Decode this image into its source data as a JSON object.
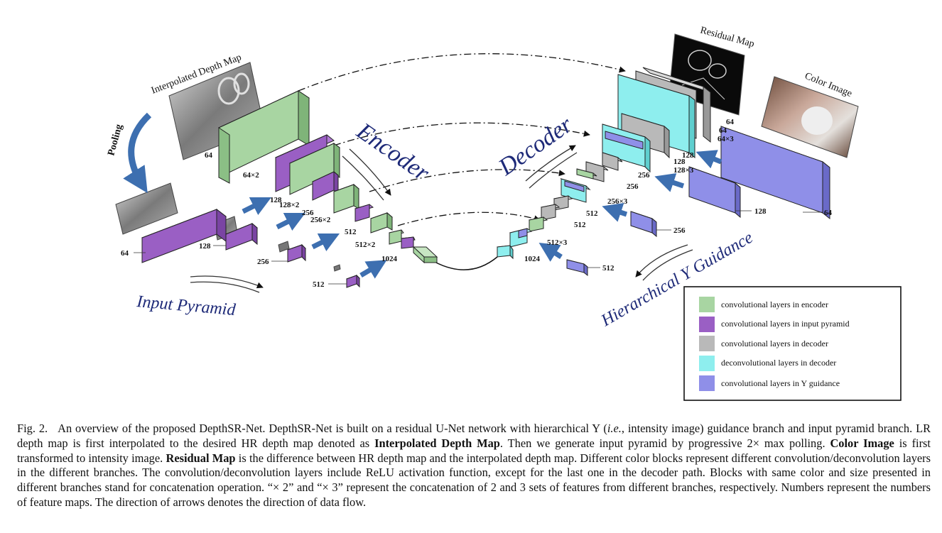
{
  "diagram": {
    "inputs": {
      "interpolated_depth_map": "Interpolated Depth Map",
      "residual_map": "Residual Map",
      "color_image": "Color Image",
      "pooling": "Pooling"
    },
    "section_labels": {
      "encoder": "Encoder",
      "decoder": "Decoder",
      "input_pyramid": "Input Pyramid",
      "hierarchical_y_guidance": "Hierarchical Y Guidance"
    },
    "pyramid_labels": [
      "64",
      "128",
      "256",
      "512"
    ],
    "encoder_labels": [
      "64",
      "64×2",
      "128",
      "128×2",
      "256",
      "256×2",
      "512",
      "512×2",
      "1024"
    ],
    "decoder_labels": [
      "1024",
      "512×3",
      "512",
      "512",
      "256×3",
      "256",
      "256",
      "128×3",
      "128",
      "128",
      "64×3",
      "64",
      "64"
    ],
    "guidance_labels": [
      "64",
      "128",
      "256",
      "512"
    ],
    "legend": [
      {
        "label": "convolutional layers in encoder",
        "color": "#a8d5a2"
      },
      {
        "label": "convolutional layers in input pyramid",
        "color": "#9a5fc4"
      },
      {
        "label": "convolutional layers in decoder",
        "color": "#b9b9b9"
      },
      {
        "label": "deconvolutional layers in decoder",
        "color": "#8eeeee"
      },
      {
        "label": "convolutional layers in Y guidance",
        "color": "#8f8fe8"
      }
    ]
  },
  "caption": {
    "fig_label": "Fig. 2.",
    "t1": "An overview of the proposed DepthSR-Net. DepthSR-Net is built on a residual U-Net network with hierarchical Y (",
    "t1_italic": "i.e.",
    "t2": ", intensity image) guidance branch and input pyramid branch. LR depth map is first interpolated to the desired HR depth map denoted as ",
    "b1": "Interpolated Depth Map",
    "t3": ". Then we generate input pyramid by progressive 2× max polling. ",
    "b2": "Color Image",
    "t4": " is first transformed to intensity image. ",
    "b3": "Residual Map",
    "t5": " is the difference between HR depth map and the interpolated depth map. Different color blocks represent different convolution/deconvolution layers in the different branches. The convolution/deconvolution layers include ReLU activation function, except for the last one in the decoder path. Blocks with same color and size presented in different branches stand for concatenation operation. “× 2” and “× 3” represent the concatenation of 2 and 3 sets of features from different branches, respectively. Numbers represent the numbers of feature maps. The direction of arrows denotes the direction of data flow."
  }
}
